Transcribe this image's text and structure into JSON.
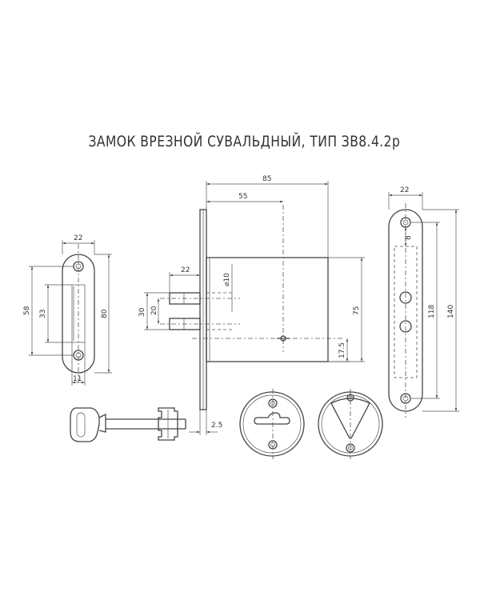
{
  "title": "ЗАМОК ВРЕЗНОЙ СУВАЛЬДНЫЙ, ТИП ЗВ8.4.2р",
  "dimensions": {
    "strike_width": "22",
    "strike_hole_spacing": "58",
    "strike_slot": "33",
    "strike_height": "80",
    "strike_slot_width": "11",
    "body_width": "85",
    "backset": "55",
    "bolt_throw": "22",
    "bolt_diameter": "⌀10",
    "bolt_height": "30",
    "bolt_spacing": "20",
    "body_height": "75",
    "keyhole_offset": "17.5",
    "faceplate_thickness": "2.5",
    "faceplate_width": "22",
    "faceplate_hole_spacing": "118",
    "faceplate_height": "140",
    "faceplate_recess": "8"
  }
}
